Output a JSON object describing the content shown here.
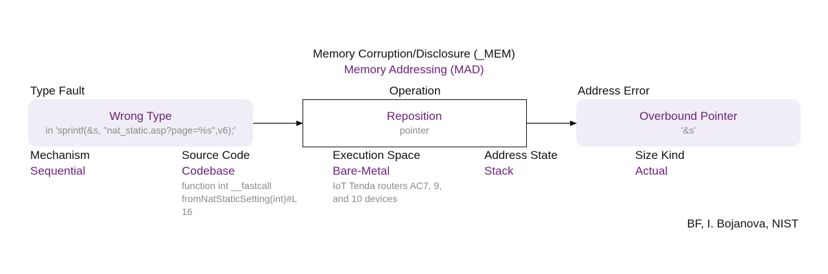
{
  "header": {
    "class": "Memory Corruption/Disclosure (_MEM)",
    "subclass": "Memory Addressing (MAD)"
  },
  "columns": {
    "left_label": "Type Fault",
    "middle_label": "Operation",
    "right_label": "Address Error"
  },
  "boxes": {
    "cause": {
      "title": "Wrong Type",
      "detail": "in 'sprintf(&s, \"nat_static.asp?page=%s\",v6);'"
    },
    "operation": {
      "title": "Reposition",
      "detail": "pointer"
    },
    "consequence": {
      "title": "Overbound Pointer",
      "detail": "'&s'"
    }
  },
  "attributes": [
    {
      "label": "Mechanism",
      "value": "Sequential",
      "notes": []
    },
    {
      "label": "Source Code",
      "value": "Codebase",
      "notes": [
        "function int __fastcall",
        "fromNatStaticSetting(int)#L",
        "16"
      ]
    },
    {
      "label": "Execution Space",
      "value": "Bare-Metal",
      "notes": [
        "IoT Tenda routers AC7, 9,",
        "and 10 devices"
      ]
    },
    {
      "label": "Address State",
      "value": "Stack",
      "notes": []
    },
    {
      "label": "Size Kind",
      "value": "Actual",
      "notes": []
    }
  ],
  "credit": "BF, I. Bojanova, NIST",
  "colors": {
    "accent": "#6b1f7a",
    "box_fill": "#f1edf6",
    "note_gray": "#8a8a8a"
  }
}
